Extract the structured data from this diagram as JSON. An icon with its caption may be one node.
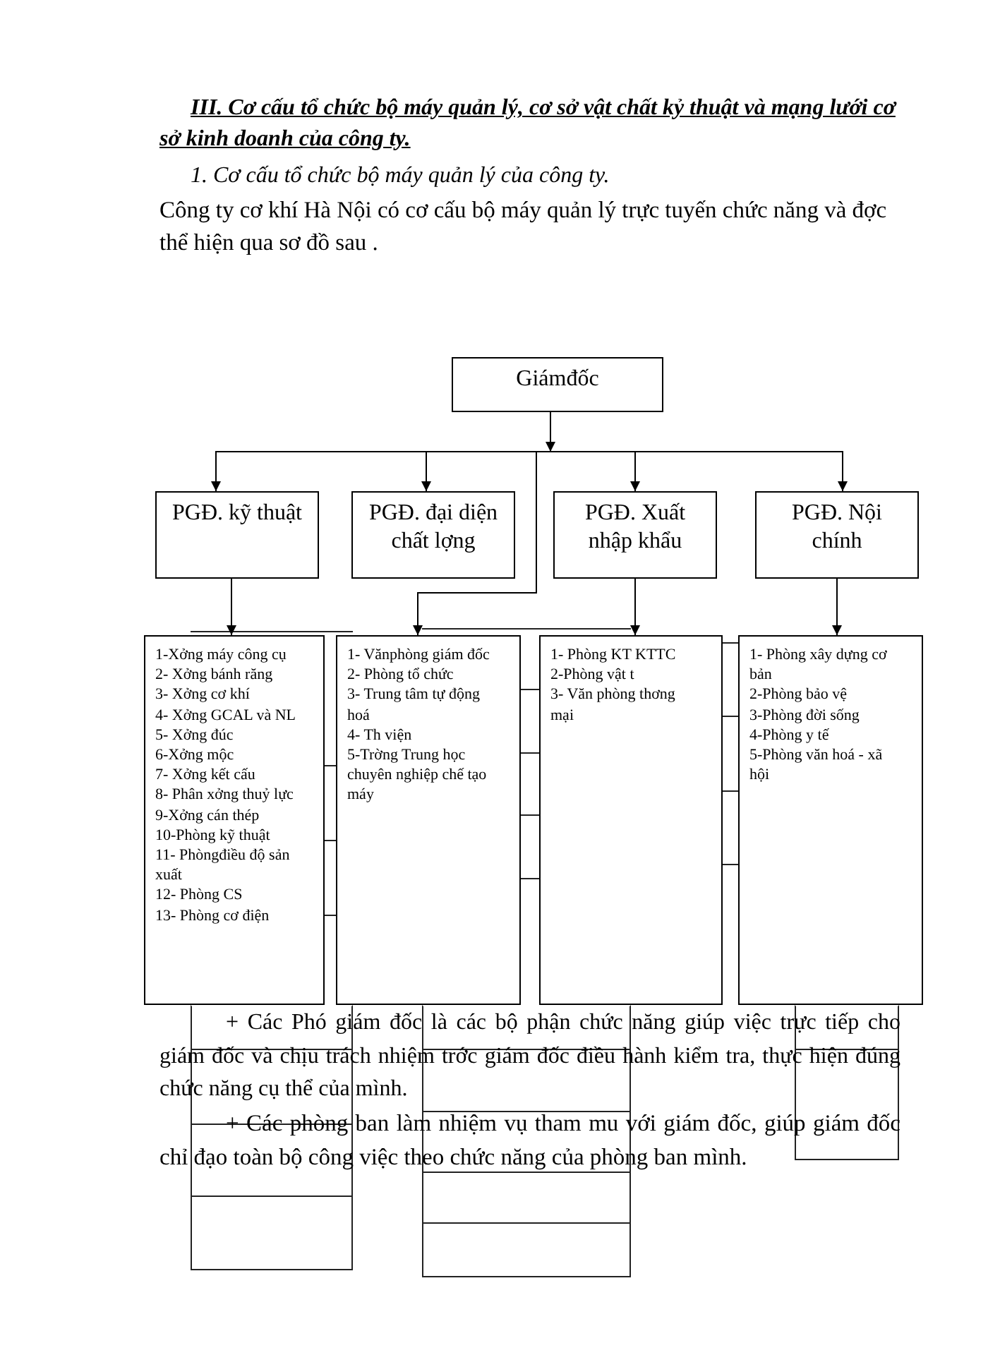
{
  "diagram": {
    "title": "III. Cơ cấu tổ chức bộ máy quản lý, cơ sở vật chất kỷ thuật và mạng lưới cơ sở kinh doanh của công ty.",
    "nodes": [
      {
        "text": [
          "Giámđốc"
        ]
      },
      {
        "text": [
          "PGĐ. kỹ thuật"
        ]
      },
      {
        "text": [
          "PGĐ. đại diện chất lợng"
        ]
      },
      {
        "text": [
          "PGĐ. Xuất nhập khẩu"
        ]
      },
      {
        "text": [
          "PGĐ. Nội chính"
        ]
      },
      {
        "text": [
          "1-Xởng máy công cụ",
          "2- Xởng bánh răng",
          "3- Xởng cơ khí",
          "4- Xởng GCAL và NL",
          "5- Xởng đúc",
          "6-Xởng mộc",
          "7- Xởng kết cấu",
          "8- Phân xởng thuỷ lực",
          "9-Xởng cán thép",
          "10-Phòng kỹ thuật",
          "11- Phòngđiều độ sản xuất",
          "12- Phòng CS",
          "13- Phòng cơ điện"
        ]
      },
      {
        "text": [
          "1- Vănphòng giám đốc",
          "2- Phòng tổ chức",
          "3- Trung tâm tự động hoá",
          "4- Th viện",
          "5-Trờng Trung học chuyên nghiệp chế tạo máy"
        ]
      },
      {
        "text": [
          "1- Phòng KT KTTC",
          "2-Phòng vật t",
          "3- Văn phòng thơng mại"
        ]
      },
      {
        "text": [
          "1- Phòng xây dựng cơ bản",
          "2-Phòng bảo vệ",
          "3-Phòng đời sống",
          "4-Phòng y tế",
          "5-Phòng văn hoá - xã hội"
        ]
      },
      {
        "text": [],
        "shape": "box"
      },
      {
        "text": [],
        "shape": "box"
      },
      {
        "text": [],
        "shape": "box"
      }
    ],
    "edges": [
      {
        "from": 0,
        "to": 1,
        "arrow": "to"
      },
      {
        "from": 0,
        "to": 2,
        "arrow": "to"
      },
      {
        "from": 0,
        "to": 3,
        "arrow": "to"
      },
      {
        "from": 0,
        "to": 4,
        "arrow": "to"
      },
      {
        "from": 0,
        "to": 6,
        "arrow": "to"
      },
      {
        "from": 1,
        "to": 5,
        "arrow": "to"
      },
      {
        "from": 3,
        "to": 7,
        "arrow": "to"
      },
      {
        "from": 4,
        "to": 8,
        "arrow": "to"
      }
    ],
    "labels": [
      "1. Cơ cấu tổ chức bộ máy quản lý của công ty.",
      "Công ty cơ khí Hà Nội có cơ cấu bộ máy quản lý trực tuyến chức năng và đợc thể hiện qua sơ đồ sau .",
      "+ Các Phó giám đốc là các bộ phận chức năng giúp việc trực tiếp cho giám đốc và chịu trách nhiệm trớc giám đốc điều hành kiểm tra, thực hiện đúng chức năng cụ thể của mình.",
      "+ Các phòng ban làm nhiệm vụ tham mu với giám đốc, giúp giám đốc chỉ đạo toàn bộ công việc theo chức năng của phòng ban mình."
    ]
  }
}
